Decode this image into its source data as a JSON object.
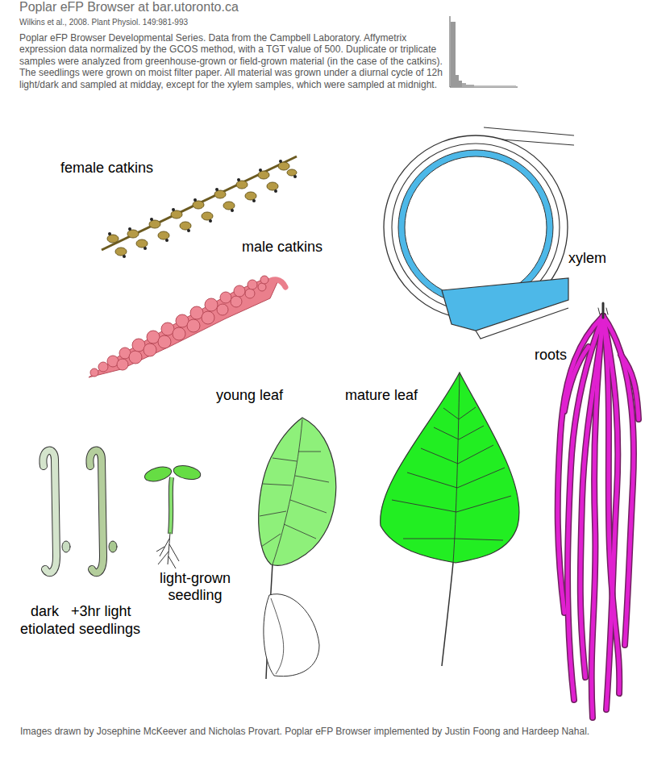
{
  "diagram": {
    "title": "Poplar eFP Browser at bar.utoronto.ca",
    "caption": "Images drawn by Josephine McKeever and Nicholas Provart. Poplar eFP Browser implemented by Justin Foong and Hardeep Nahal.",
    "labels": [
      "Wilkins et al., 2008. Plant Physiol. 149:981-993",
      "Poplar eFP Browser Developmental Series. Data from the Campbell Laboratory. Affymetrix expression data normalized by the GCOS method, with a TGT value of 500. Duplicate or triplicate samples were analyzed from greenhouse-grown or field-grown material (in the case of the catkins). The seedlings were grown on moist filter paper. All material was grown under a diurnal cycle of 12h light/dark and sampled at midday, except for the xylem samples, which were sampled at midnight.",
      "female catkins",
      "male catkins",
      "xylem",
      "roots",
      "young leaf",
      "mature leaf",
      "light-grown seedling",
      "dark",
      "+3hr light",
      "etiolated seedlings"
    ]
  }
}
